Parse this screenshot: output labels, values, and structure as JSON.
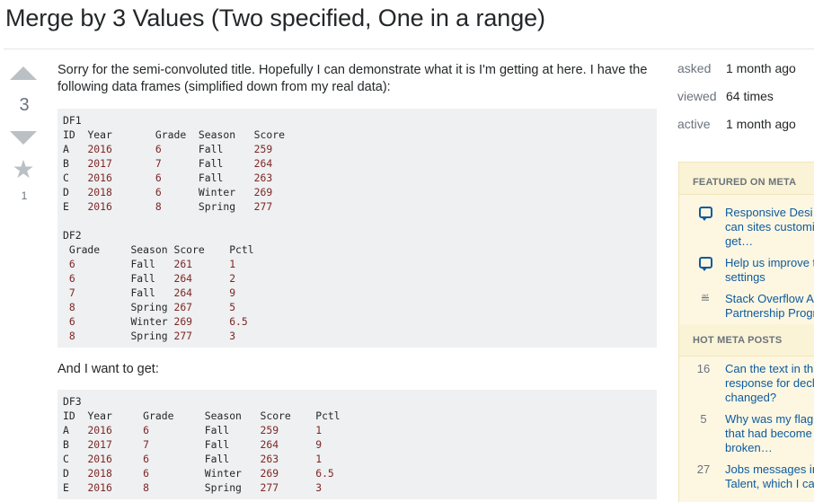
{
  "question": {
    "title": "Merge by 3 Values (Two specified, One in a range)",
    "votes": "3",
    "favorites": "1",
    "intro": "Sorry for the semi-convoluted title. Hopefully I can demonstrate what it is I'm getting at here. I have the following data frames (simplified down from my real data):",
    "middle_text": "And I want to get:",
    "df1": {
      "name": "DF1",
      "headers": [
        "ID",
        "Year",
        "Grade",
        "Season",
        "Score"
      ],
      "rows": [
        [
          "A",
          "2016",
          "6",
          "Fall",
          "259"
        ],
        [
          "B",
          "2017",
          "7",
          "Fall",
          "264"
        ],
        [
          "C",
          "2016",
          "6",
          "Fall",
          "263"
        ],
        [
          "D",
          "2018",
          "6",
          "Winter",
          "269"
        ],
        [
          "E",
          "2016",
          "8",
          "Spring",
          "277"
        ]
      ]
    },
    "df2": {
      "name": "DF2",
      "headers": [
        "Grade",
        "Season",
        "Score",
        "Pctl"
      ],
      "rows": [
        [
          "6",
          "Fall",
          "261",
          "1"
        ],
        [
          "6",
          "Fall",
          "264",
          "2"
        ],
        [
          "7",
          "Fall",
          "264",
          "9"
        ],
        [
          "8",
          "Spring",
          "267",
          "5"
        ],
        [
          "6",
          "Winter",
          "269",
          "6.5"
        ],
        [
          "8",
          "Spring",
          "277",
          "3"
        ]
      ]
    },
    "df3": {
      "name": "DF3",
      "headers": [
        "ID",
        "Year",
        "Grade",
        "Season",
        "Score",
        "Pctl"
      ],
      "rows": [
        [
          "A",
          "2016",
          "6",
          "Fall",
          "259",
          "1"
        ],
        [
          "B",
          "2017",
          "7",
          "Fall",
          "264",
          "9"
        ],
        [
          "C",
          "2016",
          "6",
          "Fall",
          "263",
          "1"
        ],
        [
          "D",
          "2018",
          "6",
          "Winter",
          "269",
          "6.5"
        ],
        [
          "E",
          "2016",
          "8",
          "Spring",
          "277",
          "3"
        ]
      ]
    }
  },
  "stats": [
    {
      "label": "asked",
      "value": "1 month ago"
    },
    {
      "label": "viewed",
      "value": "64 times"
    },
    {
      "label": "active",
      "value": "1 month ago"
    }
  ],
  "sidebar": {
    "featured_header": "FEATURED ON META",
    "featured": [
      {
        "icon": "meta-chat-icon",
        "lines": [
          "Responsive Desi",
          "can sites customi",
          "get…"
        ]
      },
      {
        "icon": "meta-chat-icon",
        "lines": [
          "Help us improve t",
          "settings"
        ]
      },
      {
        "icon": "stackoverflow-icon",
        "lines": [
          "Stack Overflow A",
          "Partnership Progr"
        ]
      }
    ],
    "hot_header": "HOT META POSTS",
    "hot": [
      {
        "count": "16",
        "lines": [
          "Can the text in th",
          "response for decl",
          "changed?"
        ]
      },
      {
        "count": "5",
        "lines": [
          "Why was my flag",
          "that had become",
          "broken…"
        ]
      },
      {
        "count": "27",
        "lines": [
          "Jobs messages in",
          "Talent, which I ca"
        ]
      }
    ]
  }
}
